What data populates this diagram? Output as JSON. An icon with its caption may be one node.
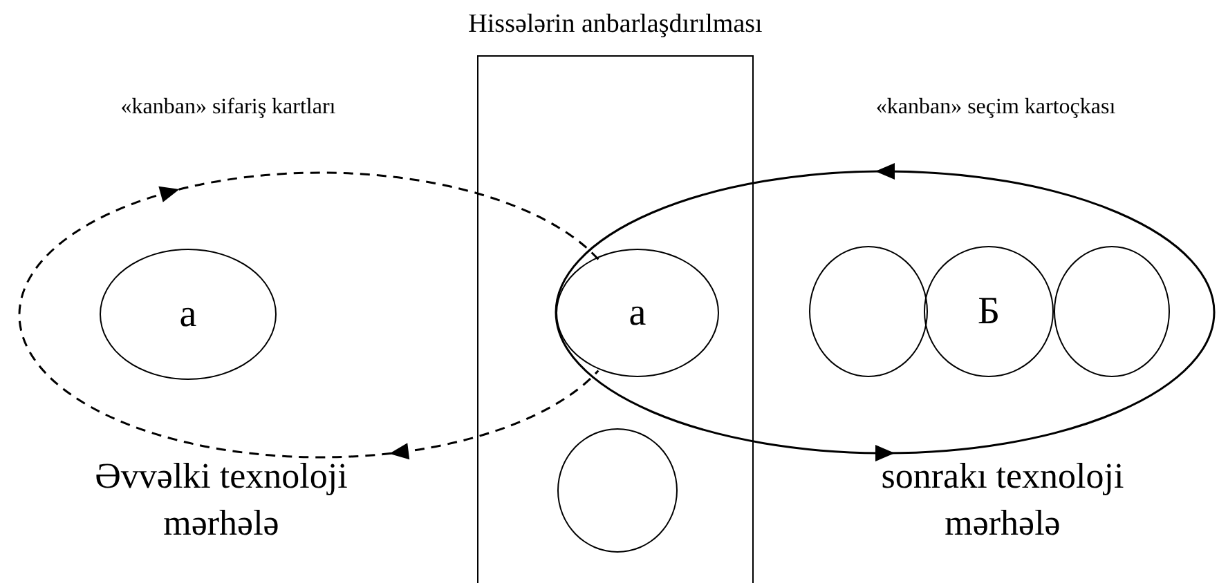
{
  "diagram": {
    "nodes": [
      {
        "text": [
          "Hissələrin anbarlaşdırılması"
        ]
      },
      {
        "text": [],
        "shape": "ellipse",
        "beside": [
          "«kanban» sifariş kartları"
        ]
      },
      {
        "text": [
          "a"
        ],
        "in": 1
      },
      {
        "text": [
          "a"
        ],
        "in": 0
      },
      {
        "text": [],
        "shape": "circle",
        "in": 0
      },
      {
        "text": [],
        "shape": "ellipse",
        "beside": [
          "«kanban» seçim kartoçkası"
        ]
      },
      {
        "text": [],
        "shape": "circle",
        "in": 5
      },
      {
        "text": [
          "Б"
        ],
        "in": 5
      },
      {
        "text": [],
        "shape": "circle",
        "in": 5
      }
    ],
    "labels": [
      "Əvvəlki texnoloji mərhələ",
      "sonrakı texnoloji mərhələ"
    ]
  }
}
